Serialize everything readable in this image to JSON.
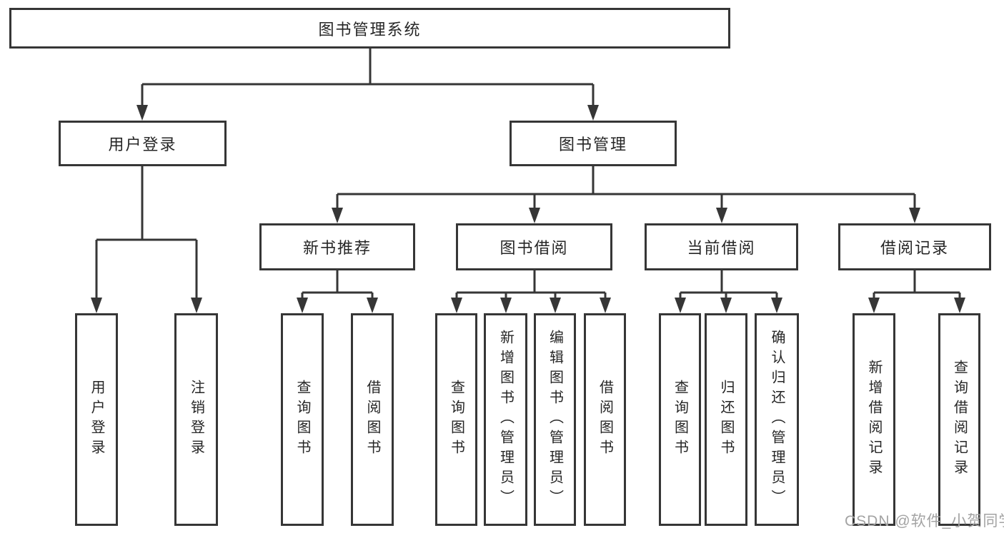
{
  "diagram": {
    "type": "tree-structure-chart",
    "watermark": "CSDN @软件_小贺同学",
    "colors": {
      "line": "#363636",
      "box_border": "#363636",
      "text": "#262626",
      "watermark": "#a3a3a3",
      "background": "#ffffff"
    },
    "nodes": {
      "system": {
        "label": "图书管理系统"
      },
      "user-login": {
        "label": "用户登录"
      },
      "book-management": {
        "label": "图书管理"
      },
      "new-book-recommend": {
        "label": "新书推荐"
      },
      "book-borrowing": {
        "label": "图书借阅"
      },
      "current-borrowing": {
        "label": "当前借阅"
      },
      "borrowing-records": {
        "label": "借阅记录"
      },
      "leaf-user-login": {
        "label": "用户登录"
      },
      "leaf-logout": {
        "label": "注销登录"
      },
      "leaf-nbr-query-books": {
        "label": "查询图书"
      },
      "leaf-nbr-borrow-books": {
        "label": "借阅图书"
      },
      "leaf-bb-query-books": {
        "label": "查询图书"
      },
      "leaf-bb-add-books": {
        "label": "新增图书（管理员）"
      },
      "leaf-bb-edit-books": {
        "label": "编辑图书（管理员）"
      },
      "leaf-bb-borrow-books": {
        "label": "借阅图书"
      },
      "leaf-cb-query-books": {
        "label": "查询图书"
      },
      "leaf-cb-return-books": {
        "label": "归还图书"
      },
      "leaf-cb-confirm-return": {
        "label": "确认归还（管理员）"
      },
      "leaf-br-add-record": {
        "label": "新增借阅记录"
      },
      "leaf-br-query-record": {
        "label": "查询借阅记录"
      }
    },
    "hierarchy": {
      "system": [
        "user-login",
        "book-management"
      ],
      "user-login": [
        "leaf-user-login",
        "leaf-logout"
      ],
      "book-management": [
        "new-book-recommend",
        "book-borrowing",
        "current-borrowing",
        "borrowing-records"
      ],
      "new-book-recommend": [
        "leaf-nbr-query-books",
        "leaf-nbr-borrow-books"
      ],
      "book-borrowing": [
        "leaf-bb-query-books",
        "leaf-bb-add-books",
        "leaf-bb-edit-books",
        "leaf-bb-borrow-books"
      ],
      "current-borrowing": [
        "leaf-cb-query-books",
        "leaf-cb-return-books",
        "leaf-cb-confirm-return"
      ],
      "borrowing-records": [
        "leaf-br-add-record",
        "leaf-br-query-record"
      ]
    }
  }
}
